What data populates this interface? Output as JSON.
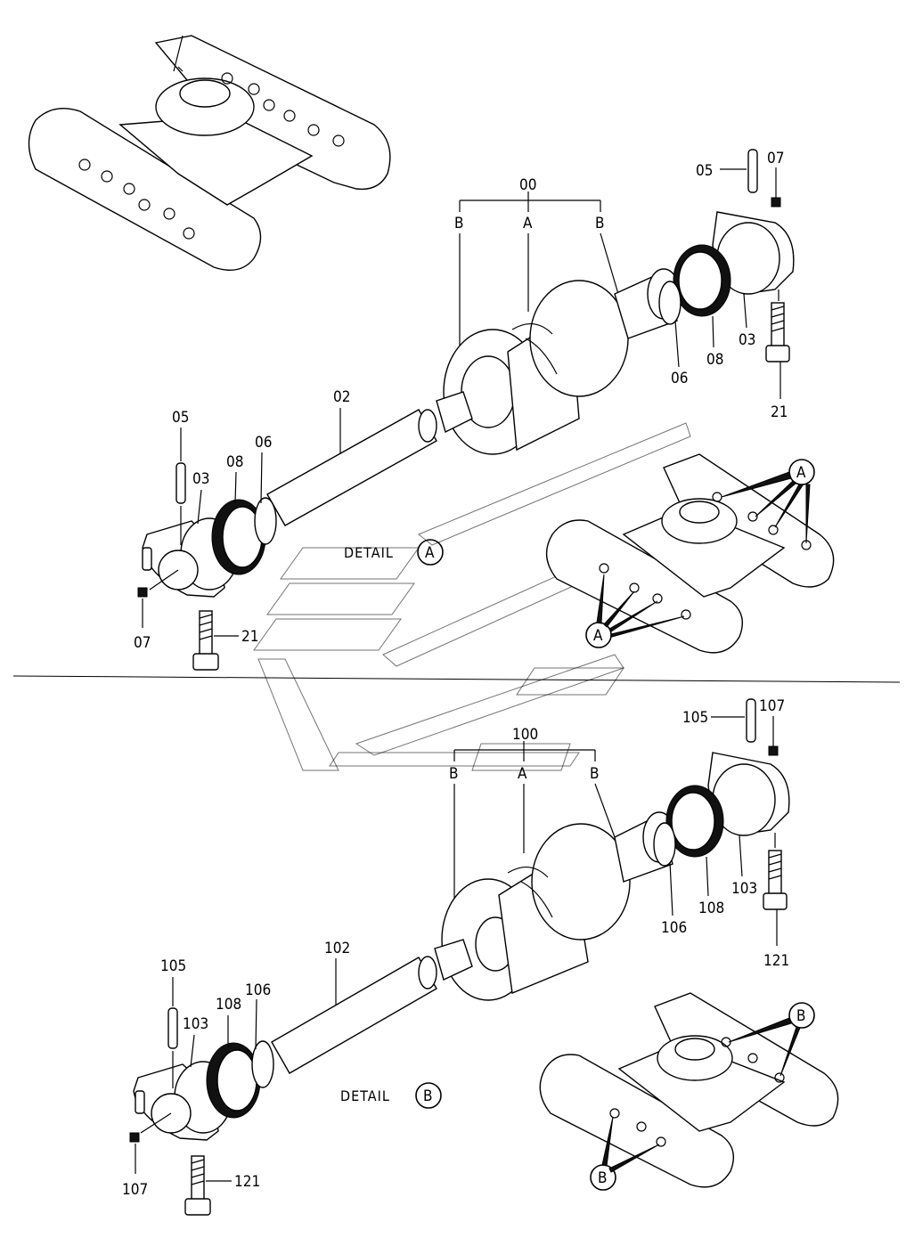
{
  "labels": {
    "assy_a": "00",
    "assy_b": "100",
    "letter_a": "A",
    "letter_b": "B",
    "detail_text": "DETAIL",
    "sec1": {
      "p02": "02",
      "p03": "03",
      "p05": "05",
      "p06": "06",
      "p07": "07",
      "p08": "08",
      "p21": "21"
    },
    "sec2": {
      "p102": "102",
      "p103": "103",
      "p105": "105",
      "p106": "106",
      "p107": "107",
      "p108": "108",
      "p121": "121"
    }
  },
  "colors": {
    "line": "#000000",
    "background": "#ffffff"
  }
}
